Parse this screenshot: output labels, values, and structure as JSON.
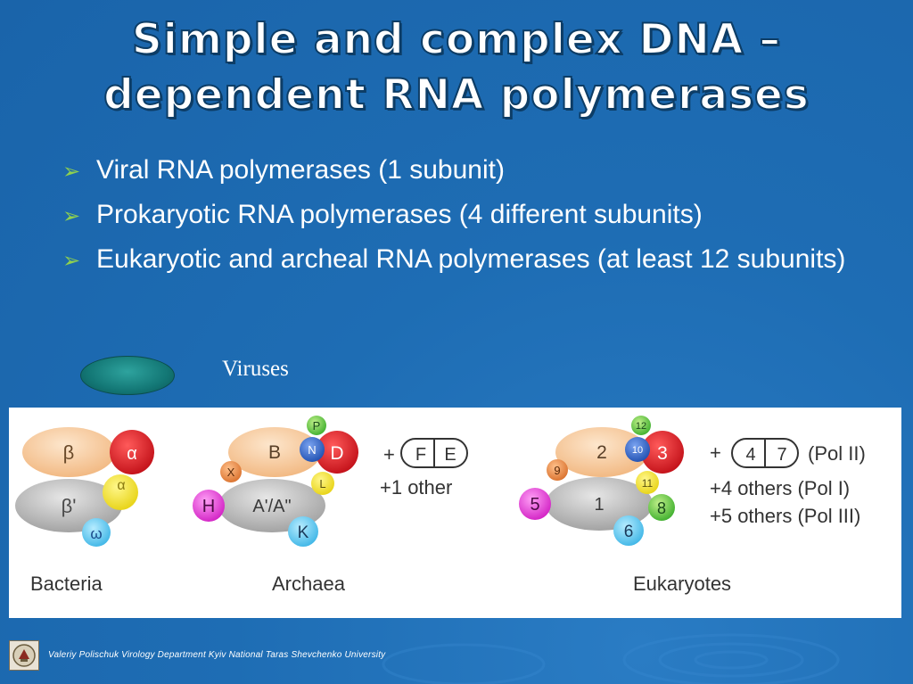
{
  "slide": {
    "title_line1": "Simple and complex DNA –",
    "title_line2": "dependent RNA polymerases",
    "bullets": [
      "Viral RNA polymerases (1 subunit)",
      "Prokaryotic RNA polymerases (4 different subunits)",
      "Eukaryotic and archeal RNA polymerases (at least 12 subunits)"
    ],
    "bullet_icon": "arrow-bullet-icon",
    "viruses_label": "Viruses"
  },
  "figure": {
    "bacteria": {
      "caption": "Bacteria",
      "subunits": {
        "beta": "β",
        "alpha1": "α",
        "alpha2": "α",
        "beta_prime": "β'",
        "omega": "ω"
      }
    },
    "archaea": {
      "caption": "Archaea",
      "subunits": {
        "b": "B",
        "p": "P",
        "n": "N",
        "d": "D",
        "x": "X",
        "l": "L",
        "h": "H",
        "aa": "A'/A\"",
        "k": "K"
      },
      "plus_sign": "+",
      "box_left": "F",
      "box_right": "E",
      "others": "+1 other"
    },
    "eukaryotes": {
      "caption": "Eukaryotes",
      "subunits": {
        "s2": "2",
        "s12": "12",
        "s10": "10",
        "s3": "3",
        "s9": "9",
        "s11": "11",
        "s5": "5",
        "s1": "1",
        "s8": "8",
        "s6": "6"
      },
      "plus_sign": "+",
      "box_left": "4",
      "box_right": "7",
      "box_note": "(Pol II)",
      "others_pol1": "+4 others (Pol I)",
      "others_pol3": "+5 others (Pol III)"
    }
  },
  "footer": {
    "credit": "Valeriy Polischuk  Virology Department Kyiv National Taras Shevchenko University",
    "logo_icon": "university-seal-icon"
  },
  "colors": {
    "background": "#1e6db4",
    "bullet_arrow": "#8fd14f",
    "beta_orange": "#f6c79a",
    "beta_prime_gray": "#bcbcbc",
    "alpha_red": "#d9141c",
    "alpha_yellow": "#f3e220",
    "omega_cyan": "#5fc6ee",
    "n_blue": "#2e66c7",
    "p_green": "#7bc343",
    "h_magenta": "#e53bd8",
    "k_cyan": "#55c7ea",
    "x_orange": "#e68a45"
  }
}
